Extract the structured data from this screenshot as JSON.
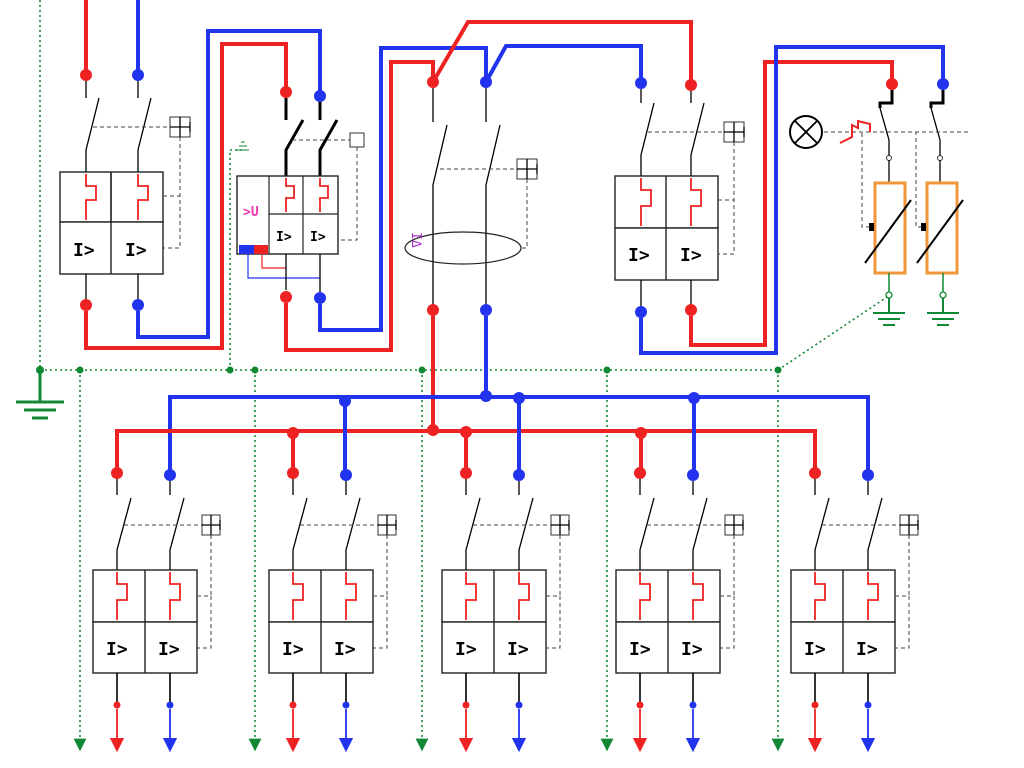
{
  "labels": {
    "overcurrent": "I>",
    "overvoltage": ">U",
    "residual": "IΔ"
  },
  "colors": {
    "line": "#ee2222",
    "neutral": "#2233ee",
    "earth": "#118833",
    "arrester": "#f0963a",
    "tripper_symbol": "#cc33cc"
  },
  "components": {
    "main_breaker": "two-pole breaker with thermal and I> trip units",
    "overvoltage_breaker": "two-pole breaker with >U and I> trip units",
    "rcd": "two-pole residual current device",
    "spd_breaker": "two-pole breaker feeding surge arresters",
    "surge_arresters": "two surge arresters to earth",
    "indicator_lamp": "lamp-icon",
    "outgoing_feeders": 5
  }
}
